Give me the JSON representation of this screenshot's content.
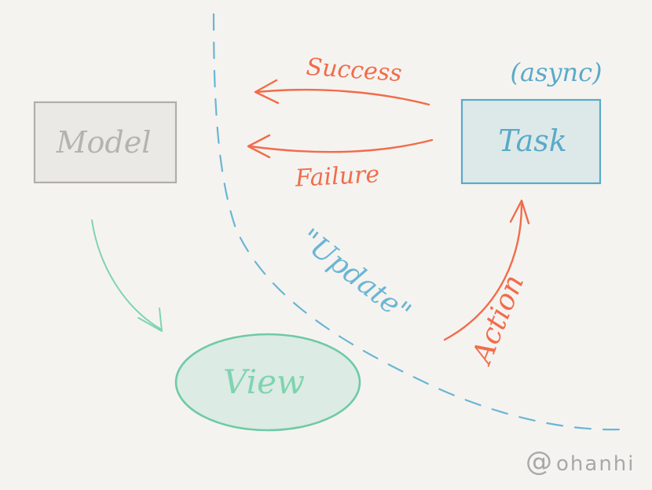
{
  "nodes": {
    "model": {
      "label": "Model"
    },
    "task": {
      "label": "Task",
      "note": "(async)"
    },
    "view": {
      "label": "View"
    }
  },
  "edges": {
    "success": {
      "label": "Success"
    },
    "failure": {
      "label": "Failure"
    },
    "update": {
      "label": "\"Update\""
    },
    "action": {
      "label": "Action"
    }
  },
  "signature": {
    "at": "@",
    "name": "ohanhi"
  },
  "colors": {
    "background": "#f5f3f0",
    "model_stroke": "#b0aea8",
    "model_fill": "#ebe9e5",
    "task_stroke": "#5aaac8",
    "task_fill": "#dde9e9",
    "view_stroke": "#6fcaa6",
    "view_fill": "#dcebe4",
    "arrow_red": "#f16c4a",
    "boundary_blue": "#6ab6d4",
    "green_arrow": "#7fd4b0",
    "signature": "#a8a8a8"
  }
}
